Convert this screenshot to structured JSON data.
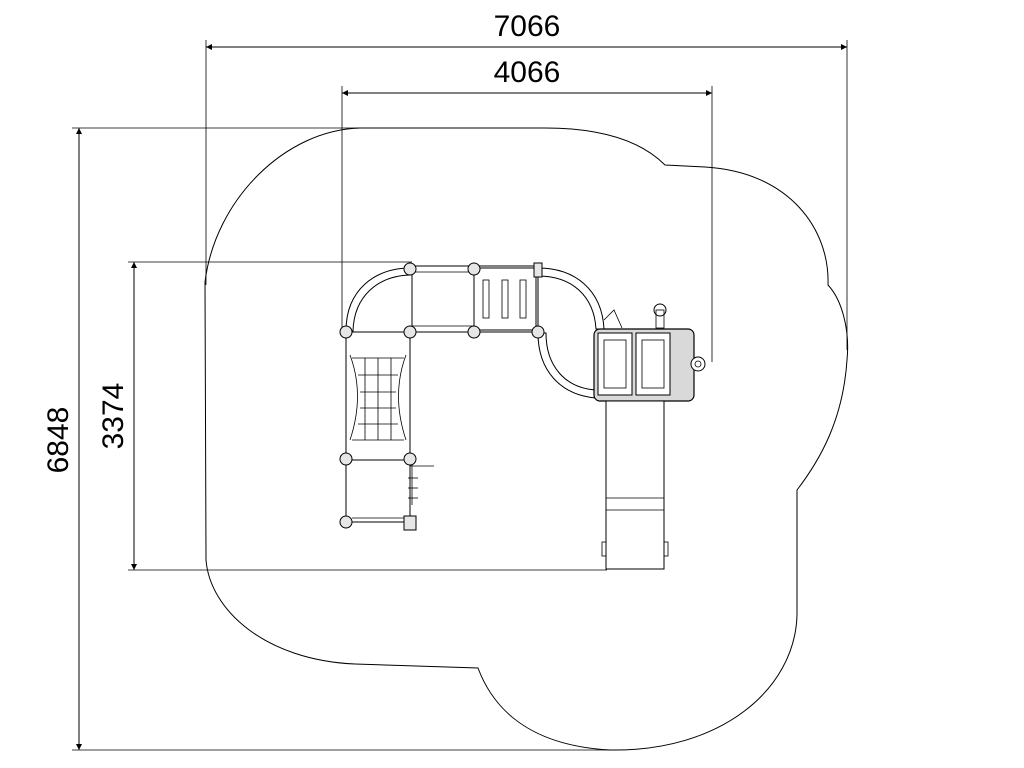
{
  "drawing": {
    "dimensions": {
      "overall_width": "7066",
      "structure_width": "4066",
      "overall_height": "6848",
      "structure_height": "3374"
    }
  }
}
